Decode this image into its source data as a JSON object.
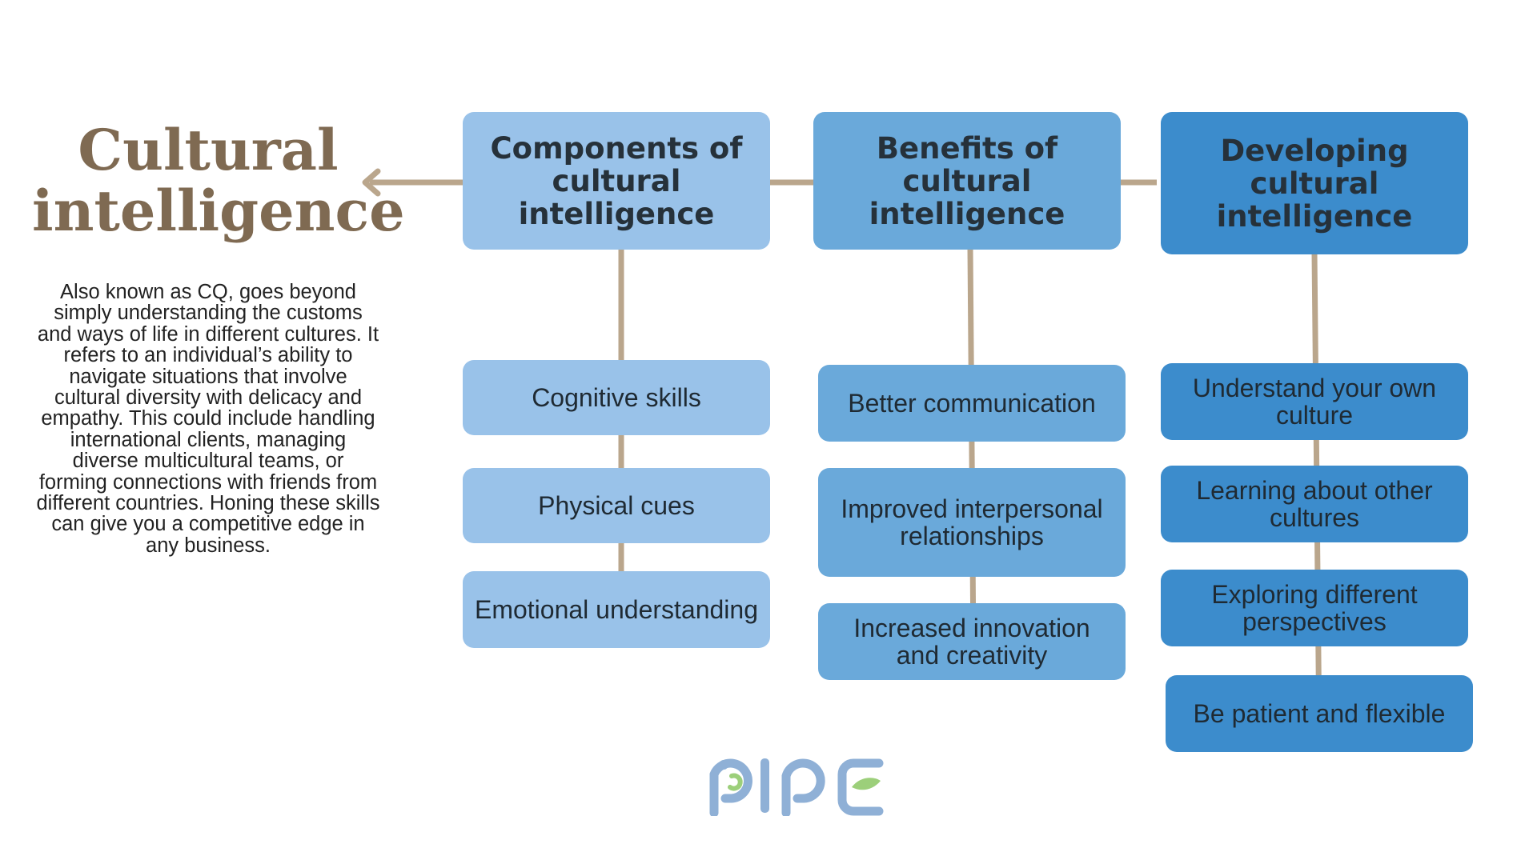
{
  "title": "Cultural intelligence",
  "description": "Also known as CQ, goes beyond simply understanding the customs and ways of life in different cultures. It refers to an individual’s ability to navigate situations that involve cultural diversity with delicacy and empathy. This could include handling international clients, managing diverse multicultural teams, or forming connections with friends from different countries. Honing these skills can give you a competitive edge in any business.",
  "columns": [
    {
      "header": "Components of cultural intelligence",
      "items": [
        "Cognitive skills",
        "Physical cues",
        "Emotional understanding"
      ]
    },
    {
      "header": "Benefits of cultural intelligence",
      "items": [
        "Better communication",
        "Improved interpersonal relationships",
        "Increased innovation and creativity"
      ]
    },
    {
      "header": "Developing cultural intelligence",
      "items": [
        "Understand your own culture",
        "Learning about other cultures",
        "Exploring different perspectives",
        "Be patient and flexible"
      ]
    }
  ],
  "logo": {
    "text": "PIPE",
    "color": "#8fb0d6",
    "accent": "#9ccf7a"
  },
  "colors": {
    "title": "#7f6a52",
    "connector": "#baa68c",
    "column1": "#99c2e9",
    "column2": "#6aa9da",
    "column3": "#3c8ccc"
  }
}
